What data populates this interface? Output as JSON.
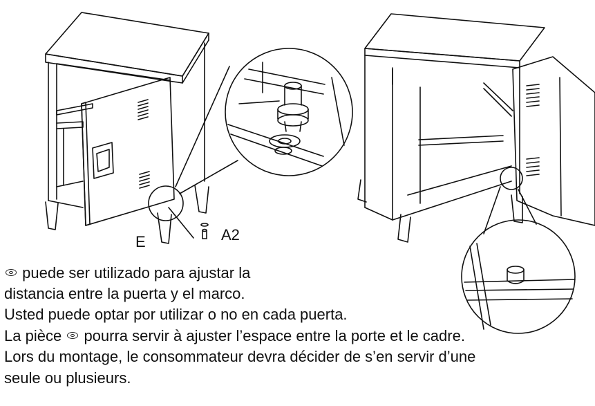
{
  "labels": {
    "e": "E",
    "a2": "A2"
  },
  "text_lines": [
    "puede ser utilizado para ajustar la",
    "distancia entre la puerta y el marco.",
    "Usted puede optar por utilizar o no en cada puerta.",
    "La pièce",
    "pourra servir à ajuster l’espace entre la porte et le cadre.",
    "Lors du montage, le consommateur devra décider de s’en servir d’une",
    "seule ou plusieurs."
  ],
  "icons": [
    "washer-icon"
  ],
  "colors": {
    "ink": "#111111",
    "background": "#ffffff"
  }
}
